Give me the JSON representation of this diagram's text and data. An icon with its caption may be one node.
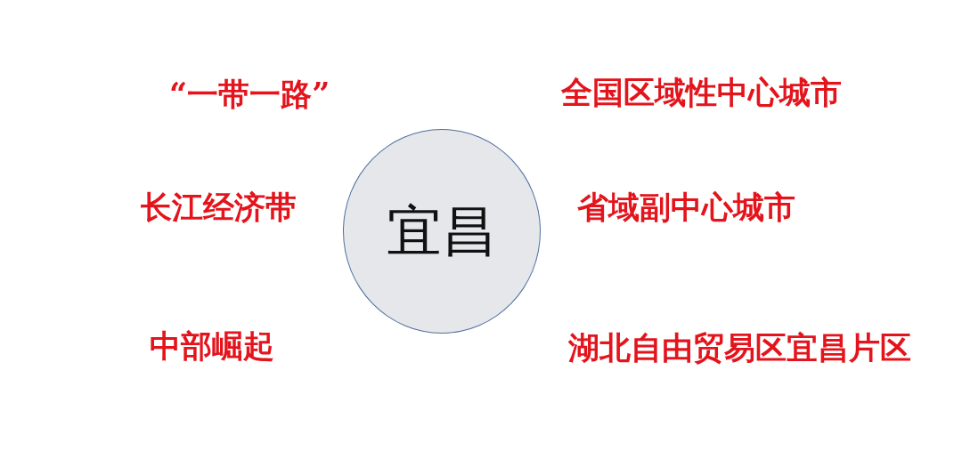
{
  "diagram": {
    "nodes": [
      {
        "text": [
          "宜昌"
        ]
      }
    ],
    "labels": [
      "“一带一路”",
      "全国区域性中心城市",
      "长江经济带",
      "省域副中心城市",
      "中部崛起",
      "湖北自由贸易区宜昌片区"
    ]
  }
}
